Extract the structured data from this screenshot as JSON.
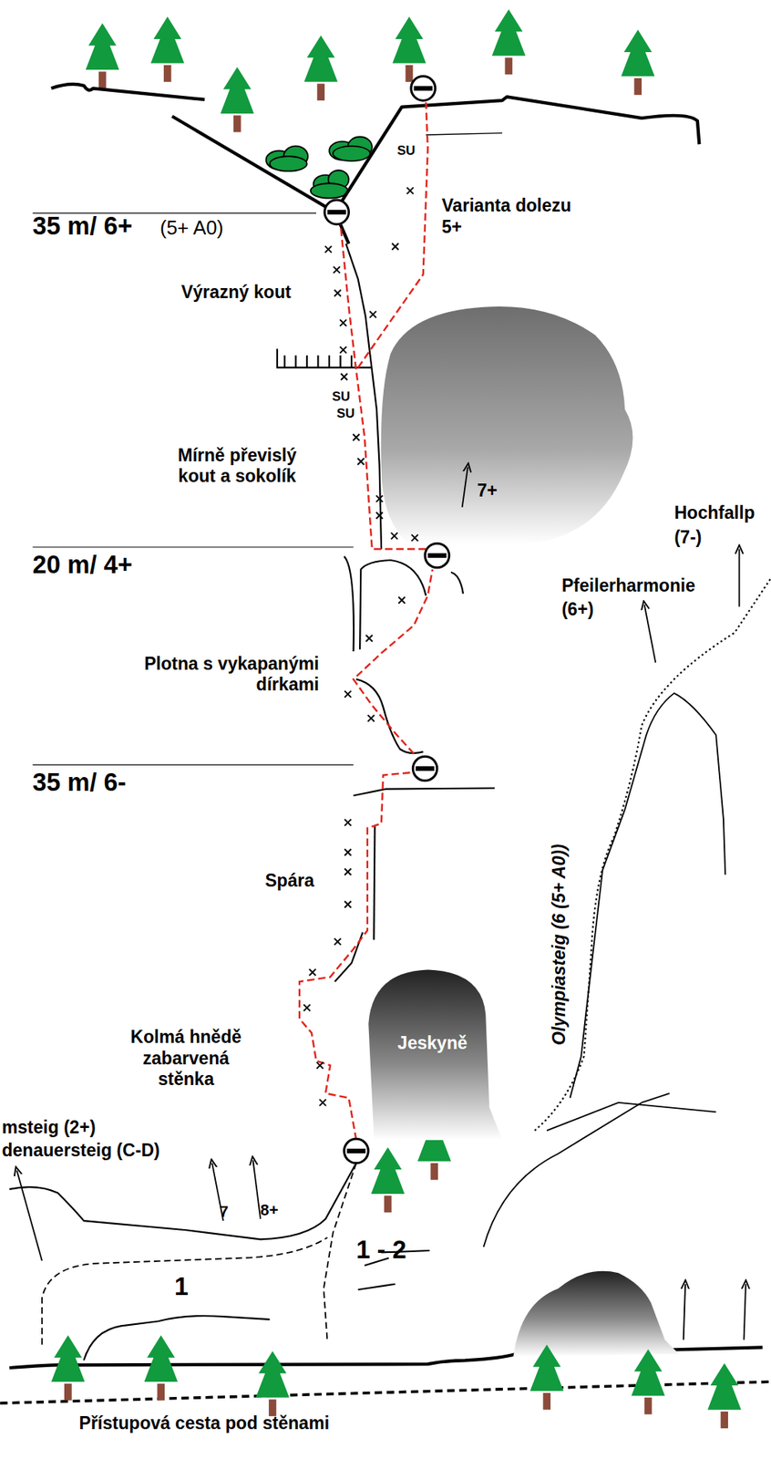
{
  "diagram": {
    "nodes": [
      {
        "text": [
          "Jeskyně"
        ]
      },
      {
        "text": [
          "1"
        ]
      },
      {
        "text": [
          "1 - 2"
        ]
      }
    ],
    "labels": [
      "35 m/ 6+",
      "(5+ A0)",
      "SU",
      "Varianta dolezu 5+",
      "Výrazný kout",
      "SU",
      "SU",
      "Mírně převislý kout a sokolík",
      "7+",
      "Hochfallp",
      "(7-)",
      "20 m/ 4+",
      "Pfeilerharmonie",
      "(6+)",
      "Plotna s vykapanými dírkami",
      "35 m/ 6-",
      "Spára",
      "Olympiasteig (6 (5+ A0))",
      "Kolmá hnědě zabarvená stěnka",
      "msteig (2+)",
      "denauersteig (C-D)",
      "7",
      "8+",
      "Přístupová cesta pod stěnami"
    ]
  }
}
